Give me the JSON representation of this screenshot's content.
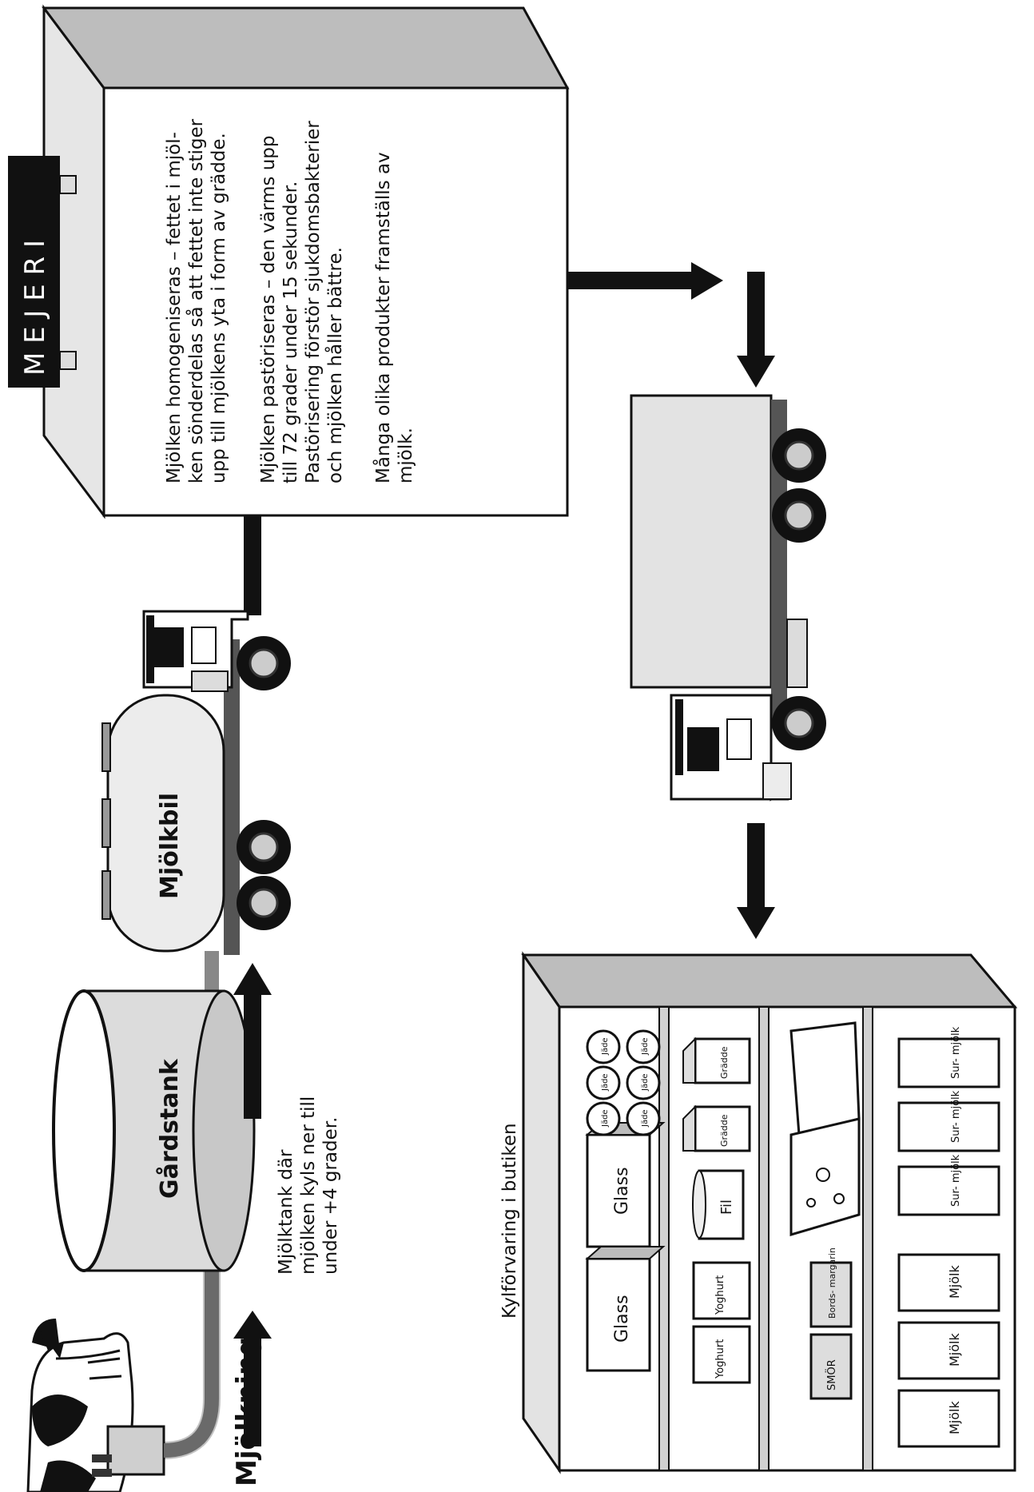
{
  "labels": {
    "milking": "Mjölkning",
    "farm_tank": "Gårdstank",
    "milk_truck": "Mjölkbil",
    "dairy_sign": "M E J E R I",
    "store_caption": "Kylförvaring i butiken"
  },
  "farm_tank_note": [
    "Mjölktank där",
    "mjölken kyls ner till",
    "under +4 grader."
  ],
  "dairy_text": {
    "homogenization": [
      "Mjölken homogeniseras – fettet i mjöl-",
      "ken sönderdelas så att fettet inte stiger",
      "upp till mjölkens yta i form av grädde."
    ],
    "pasteurization": [
      "Mjölken pastöriseras – den värms upp",
      "till 72 grader under 15 sekunder.",
      "Pastörisering förstör sjukdomsbakterier",
      "och mjölken  håller bättre."
    ],
    "products": [
      "Många olika produkter framställs av",
      "mjölk."
    ]
  },
  "products": {
    "jars": [
      "Glass",
      "Glass"
    ],
    "yoghurt": [
      "Yoghurt",
      "Yoghurt"
    ],
    "fil": "Fil",
    "cream": [
      "Grädde",
      "Grädde"
    ],
    "jade": [
      "Jäde",
      "Jäde",
      "Jäde",
      "Jäde",
      "Jäde",
      "Jäde"
    ],
    "butter": "SMÖR",
    "margarine": "Bords-\nmargarin",
    "milk": [
      "Mjölk",
      "Mjölk",
      "Mjölk"
    ],
    "surmjolk": [
      "Sur-\nmjölk",
      "Sur-\nmjölk",
      "Sur-\nmjölk"
    ]
  },
  "colors": {
    "panel_gray": "#bdbdbd",
    "light_gray": "#e3e3e3",
    "dark_gray": "#555555",
    "black": "#111111"
  }
}
